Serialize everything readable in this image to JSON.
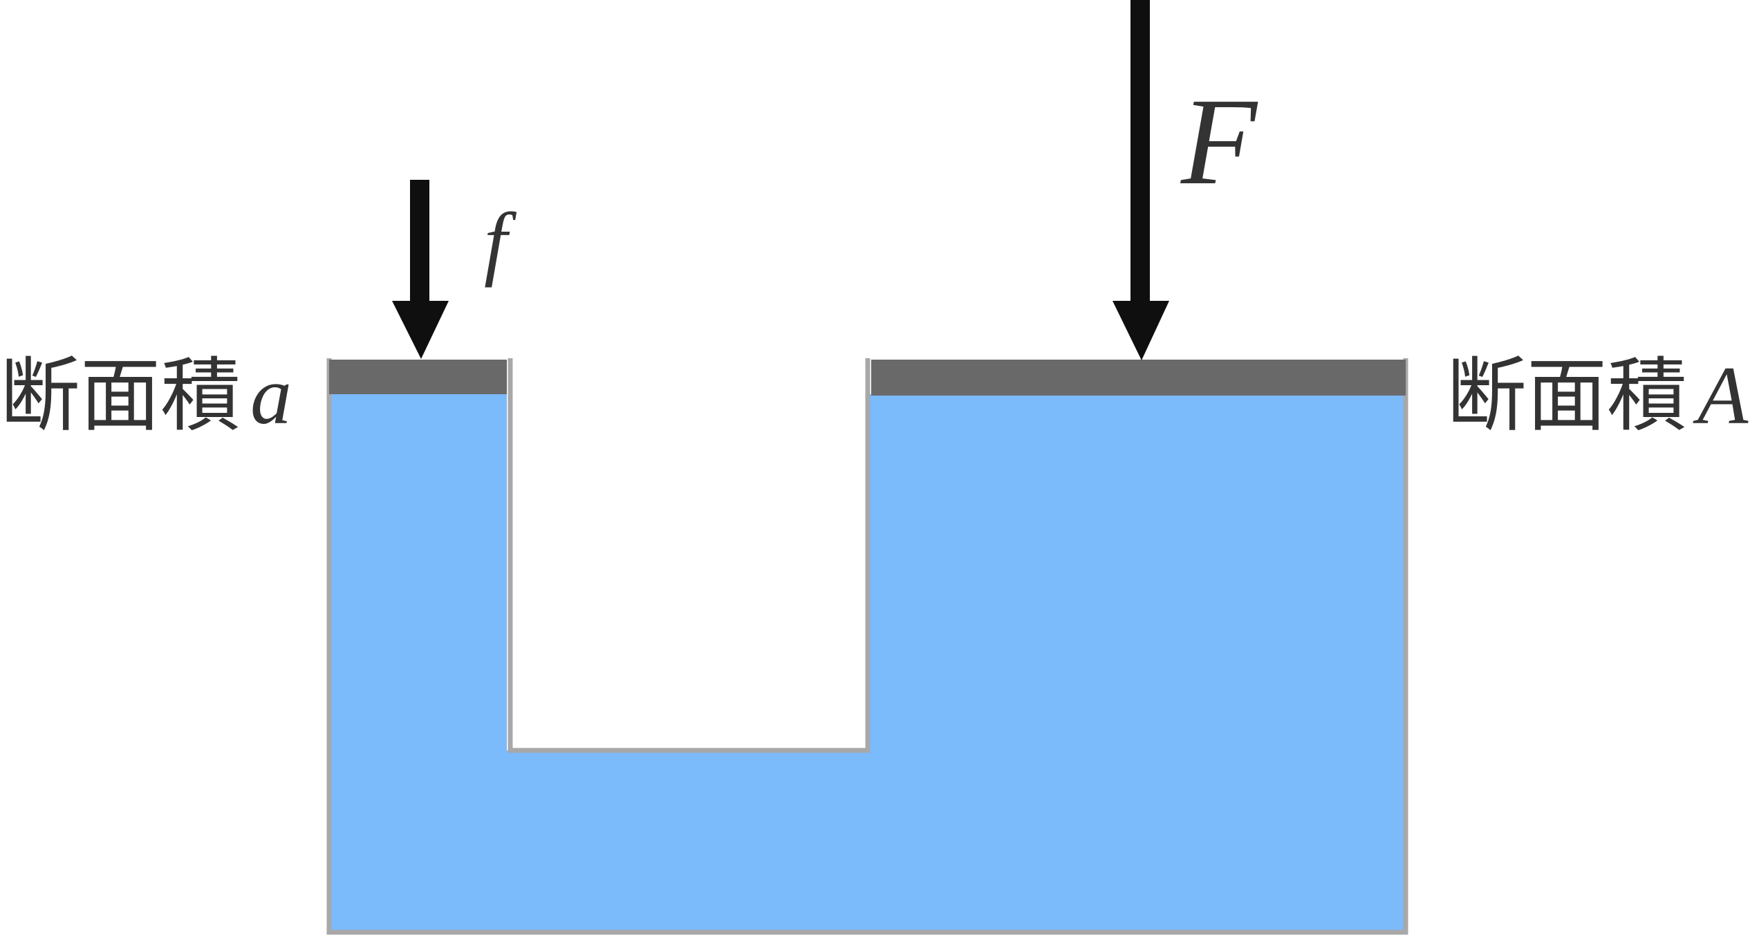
{
  "diagram": {
    "left_label": {
      "text": "断面積",
      "variable": "a"
    },
    "right_label": {
      "text": "断面積",
      "variable": "A"
    },
    "small_force_label": "f",
    "large_force_label": "F",
    "colors": {
      "fluid": "#7bbafb",
      "piston": "#696969",
      "wall": "#a8a8a8",
      "arrow": "#0f0f0f",
      "text": "#333333",
      "background": "#ffffff"
    }
  }
}
